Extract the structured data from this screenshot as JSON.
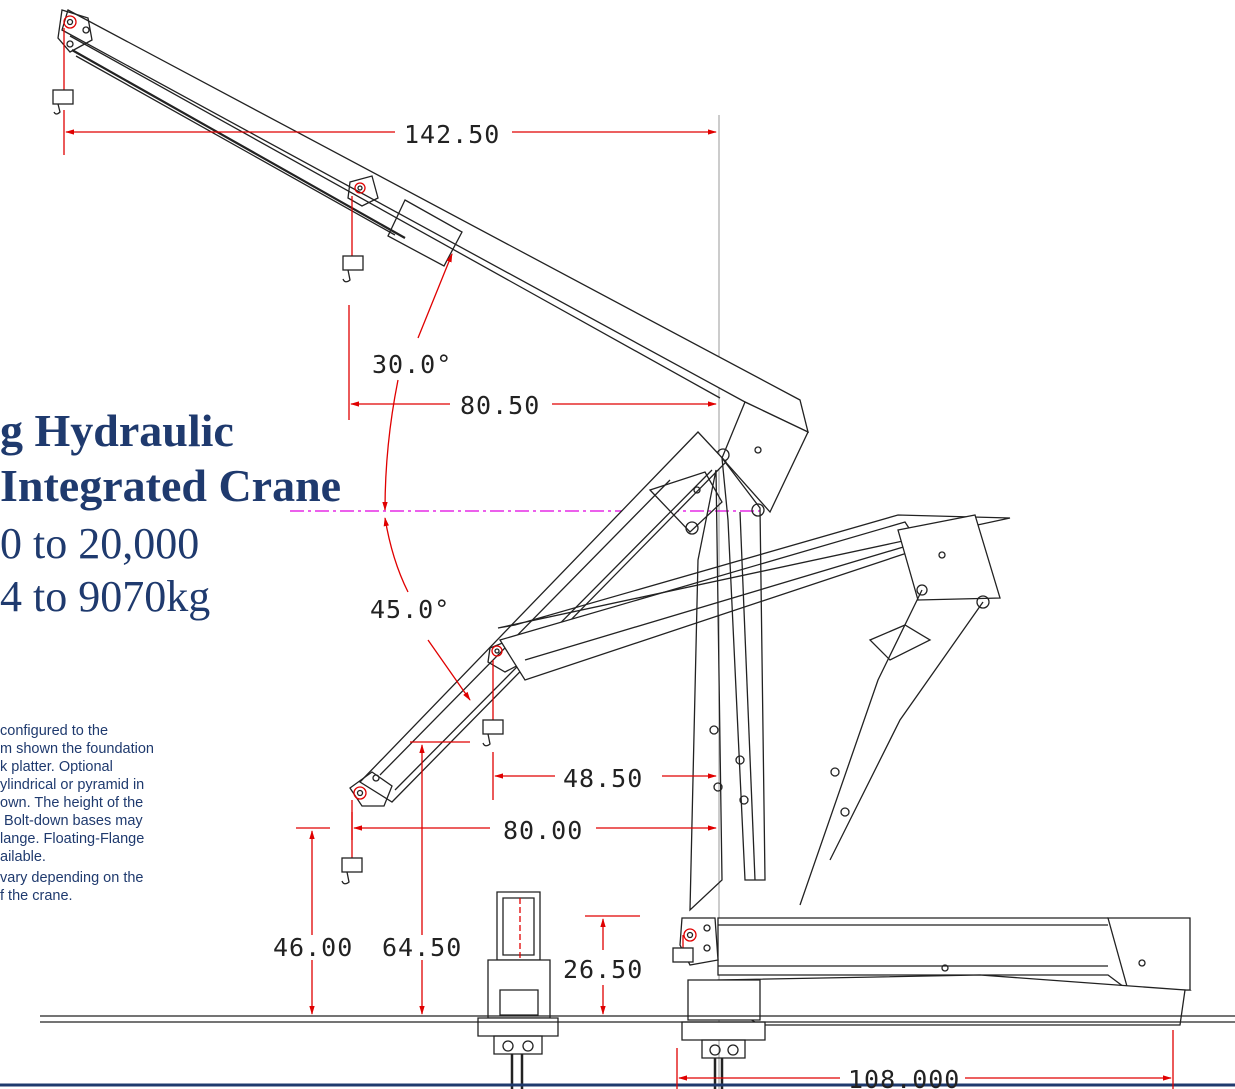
{
  "title": {
    "line1": "g  Hydraulic",
    "line2": "Integrated Crane"
  },
  "capacity": {
    "lbs": "0 to 20,000",
    "kg": "4 to 9070kg"
  },
  "description": {
    "lines": [
      "configured to the",
      "m shown the foundation",
      "k platter.  Optional",
      "ylindrical or pyramid in",
      "own. The height of the",
      " Bolt-down bases may",
      "lange.  Floating-Flange",
      "ailable."
    ],
    "note": [
      "vary depending on the",
      "f the crane."
    ]
  },
  "dimensions": {
    "reach_max": "142.50",
    "reach_mid": "80.50",
    "angle_upper": "30.0°",
    "angle_lower": "45.0°",
    "reach_low": "48.50",
    "reach_low2": "80.00",
    "height_hook_low": "46.00",
    "height_hook_mid": "64.50",
    "height_stowed": "26.50",
    "stowed_length": "108.000"
  },
  "colors": {
    "title": "#1f3a6e",
    "dimension": "#e00000",
    "centerline": "#e000e0",
    "linework": "#222222"
  }
}
